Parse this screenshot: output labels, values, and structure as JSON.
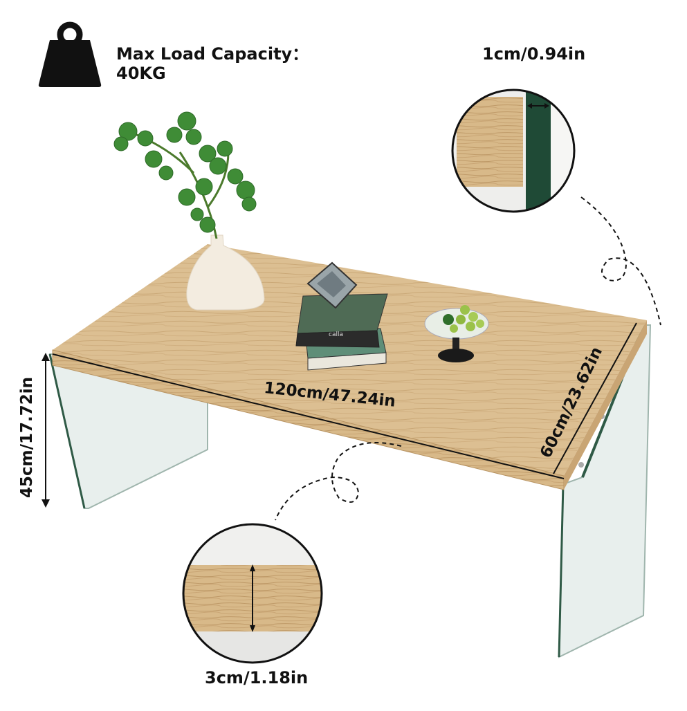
{
  "load": {
    "title": "Max Load Capacity：",
    "value": "40KG",
    "icon": "weight-icon"
  },
  "dimensions": {
    "glass_thickness": "1cm/0.94in",
    "top_thickness": "3cm/1.18in",
    "length": "120cm/47.24in",
    "depth": "60cm/23.62in",
    "height": "45cm/17.72in"
  },
  "book": {
    "spine_text": "calla"
  },
  "colors": {
    "wood": "#dcbf92",
    "wood_edge": "#c9a574",
    "glass": "#e8efed",
    "glass_edge": "#2f5a46",
    "text": "#111111"
  }
}
